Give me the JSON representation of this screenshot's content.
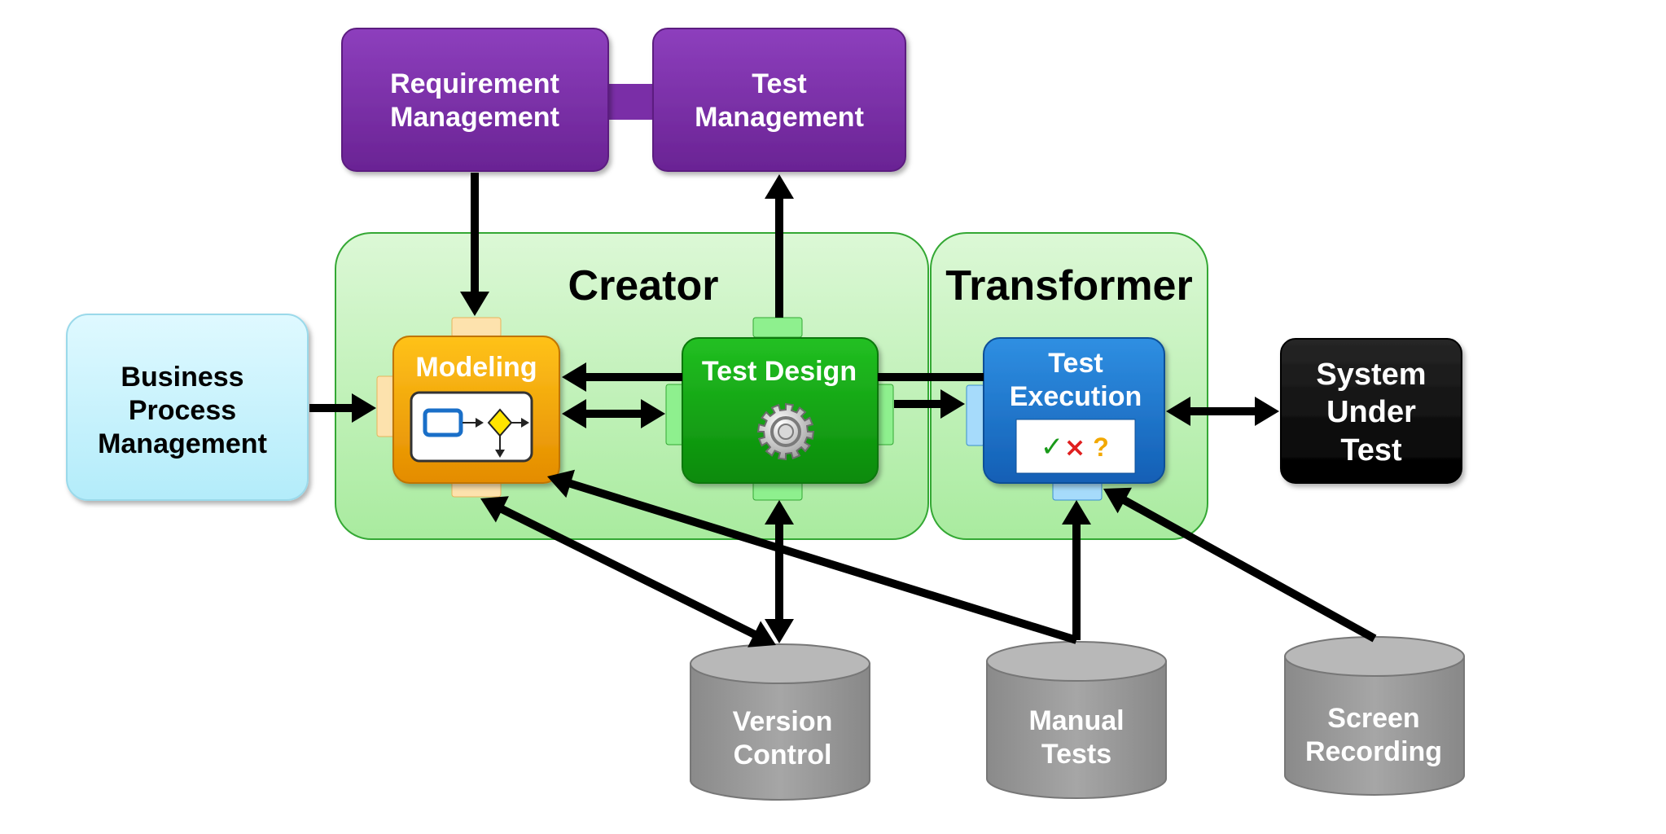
{
  "colors": {
    "purple": "#7b2fa8",
    "green_region": "#b6efae",
    "green_region_border": "#34a834",
    "bpm_fill": "#c4f3fd",
    "modeling": "#f2a000",
    "test_design": "#12a012",
    "test_execution": "#1a78d0",
    "sut": "#000000",
    "database": "#9b9b9b",
    "arrow": "#000000"
  },
  "nodes": {
    "requirement_management": {
      "line1": "Requirement",
      "line2": "Management"
    },
    "test_management": {
      "line1": "Test",
      "line2": "Management"
    },
    "business_process_management": {
      "line1": "Business",
      "line2": "Process",
      "line3": "Management"
    },
    "modeling": {
      "label": "Modeling",
      "icon": "process-model-icon"
    },
    "test_design": {
      "label": "Test Design",
      "icon": "gear-icon"
    },
    "test_execution": {
      "line1": "Test",
      "line2": "Execution",
      "icon": "test-results-icon",
      "check": "✓",
      "cross": "×",
      "question": "?"
    },
    "system_under_test": {
      "line1": "System",
      "line2": "Under",
      "line3": "Test"
    }
  },
  "regions": {
    "creator": {
      "label": "Creator"
    },
    "transformer": {
      "label": "Transformer"
    }
  },
  "databases": {
    "version_control": {
      "line1": "Version",
      "line2": "Control"
    },
    "manual_tests": {
      "line1": "Manual",
      "line2": "Tests"
    },
    "screen_recording": {
      "line1": "Screen",
      "line2": "Recording"
    }
  }
}
